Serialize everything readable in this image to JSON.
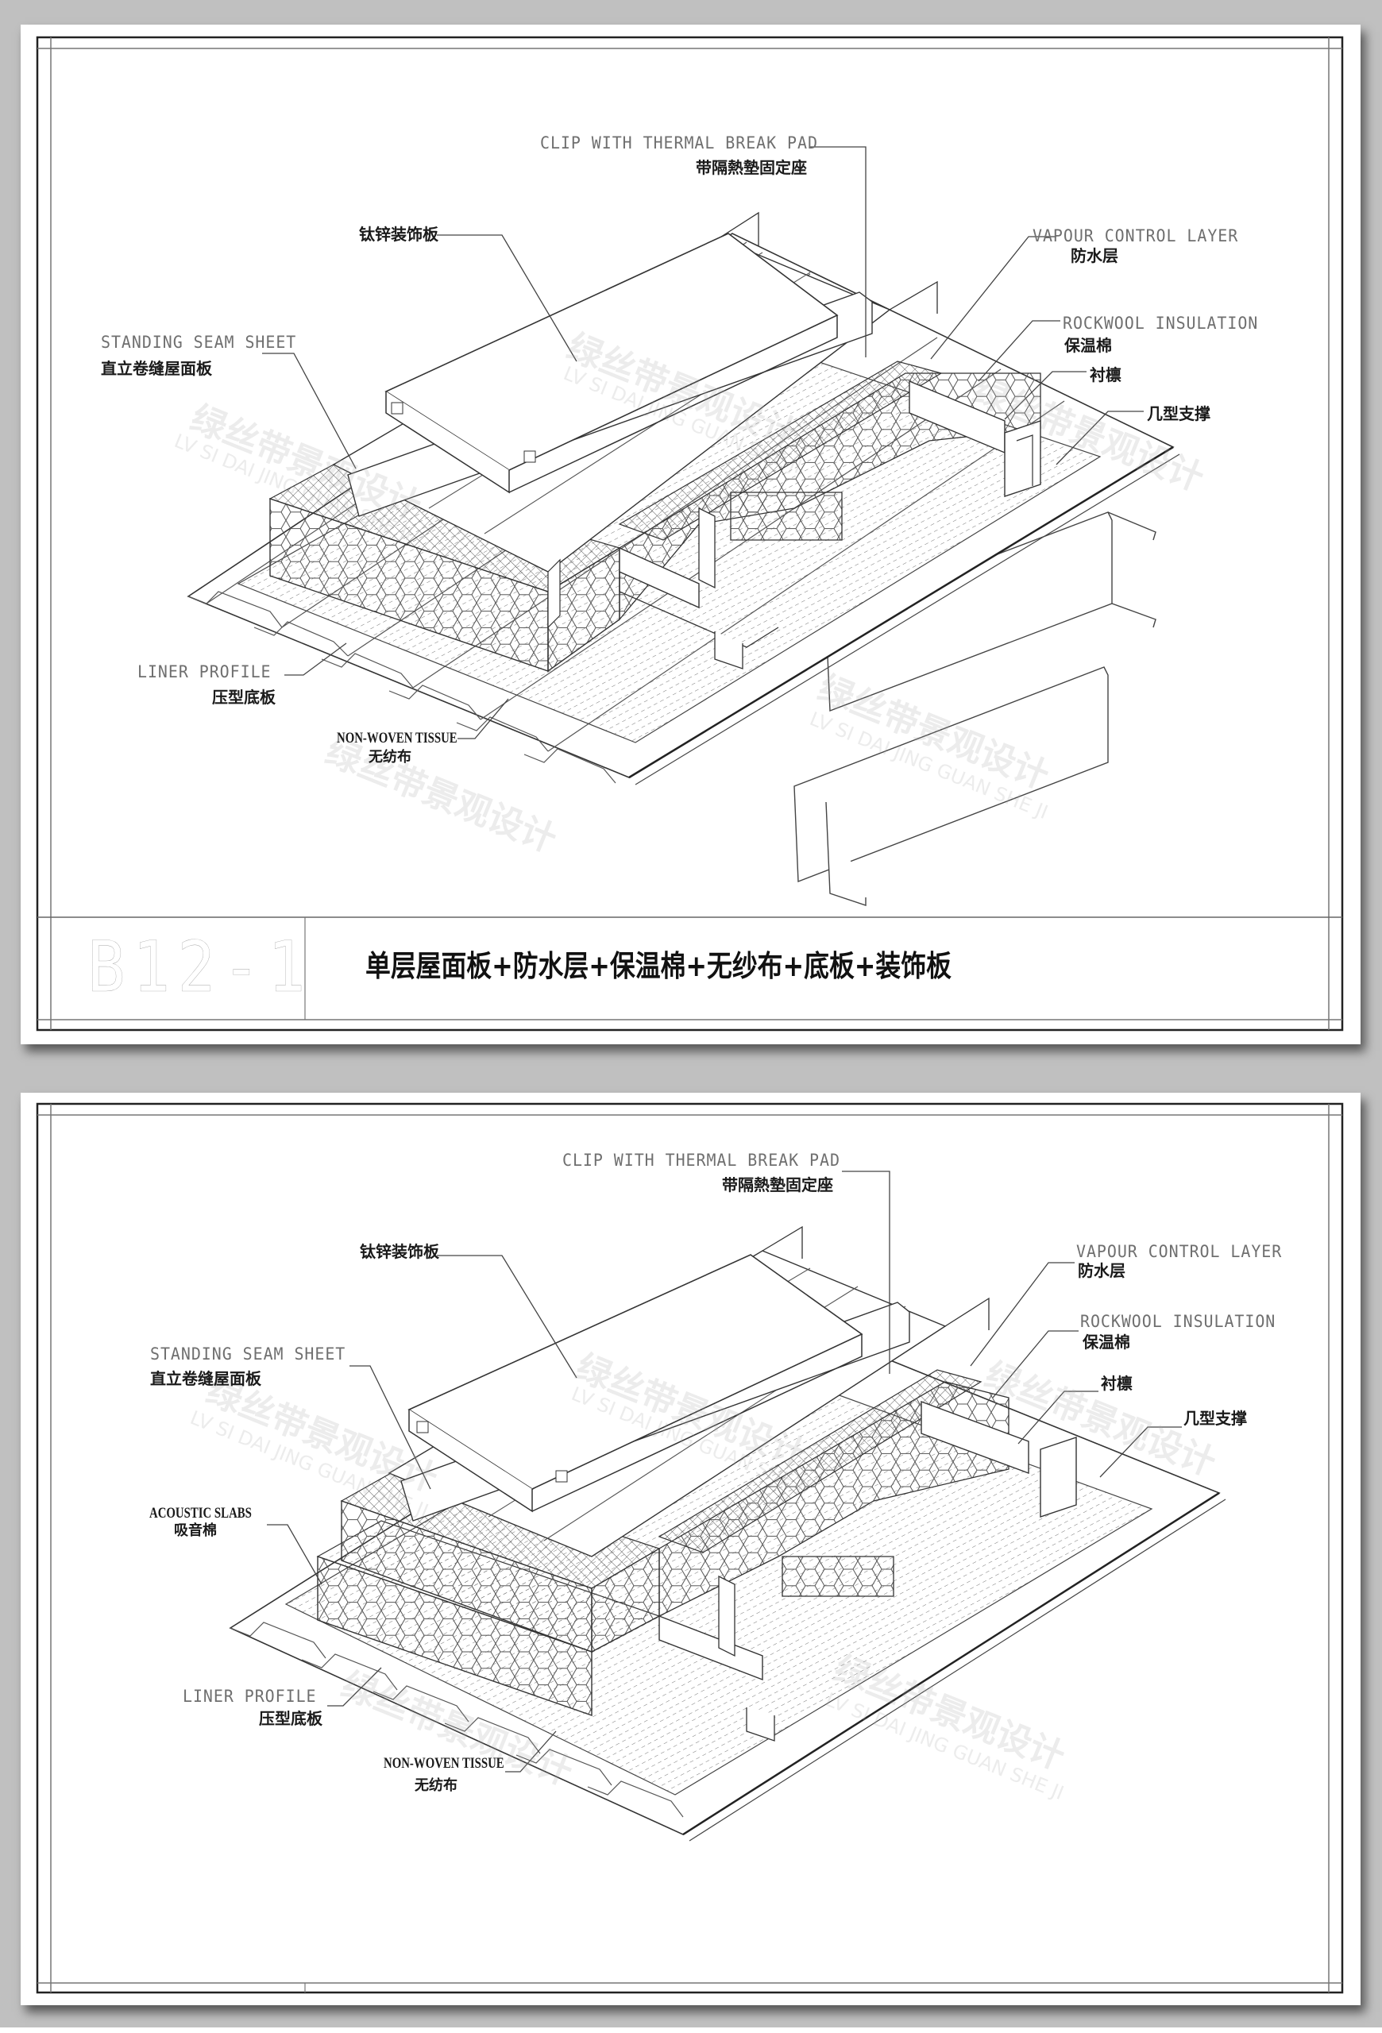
{
  "sheets": [
    {
      "labels": {
        "clip_en": "CLIP WITH THERMAL BREAK PAD",
        "clip_cn": "带隔熱墊固定座",
        "zinc_cn": "钛锌装饰板",
        "vapour_en": "VAPOUR CONTROL LAYER",
        "vapour_cn": "防水层",
        "rockwool_en": "ROCKWOOL INSULATION",
        "rockwool_cn": "保温棉",
        "purlin_cn": "衬檩",
        "support_cn": "几型支撑",
        "seam_en": "STANDING SEAM SHEET",
        "seam_cn": "直立卷缝屋面板",
        "liner_en": "LINER PROFILE",
        "liner_cn": "压型底板",
        "tissue_en": "NON-WOVEN TISSUE",
        "tissue_cn": "无纺布"
      },
      "title_block": {
        "code": "B12-1",
        "title": "单层屋面板+防水层+保温棉+无纱布+底板+装饰板"
      }
    },
    {
      "labels": {
        "clip_en": "CLIP WITH THERMAL BREAK PAD",
        "clip_cn": "带隔熱墊固定座",
        "zinc_cn": "钛锌装饰板",
        "vapour_en": "VAPOUR CONTROL LAYER",
        "vapour_cn": "防水层",
        "rockwool_en": "ROCKWOOL INSULATION",
        "rockwool_cn": "保温棉",
        "purlin_cn": "衬檩",
        "support_cn": "几型支撑",
        "seam_en": "STANDING SEAM SHEET",
        "seam_cn": "直立卷缝屋面板",
        "acoustic_en": "ACOUSTIC SLABS",
        "acoustic_cn": "吸音棉",
        "liner_en": "LINER PROFILE",
        "liner_cn": "压型底板",
        "tissue_en": "NON-WOVEN TISSUE",
        "tissue_cn": "无纺布"
      }
    }
  ],
  "watermark": {
    "cn": "绿丝带景观设计",
    "en": "LV SI DAI JING GUAN SHE JI"
  },
  "colors": {
    "background": "#c0c0c0",
    "paper": "#ffffff",
    "line": "#333333",
    "label_en": "#6f6f6f",
    "label_cn": "#1a1a1a"
  }
}
